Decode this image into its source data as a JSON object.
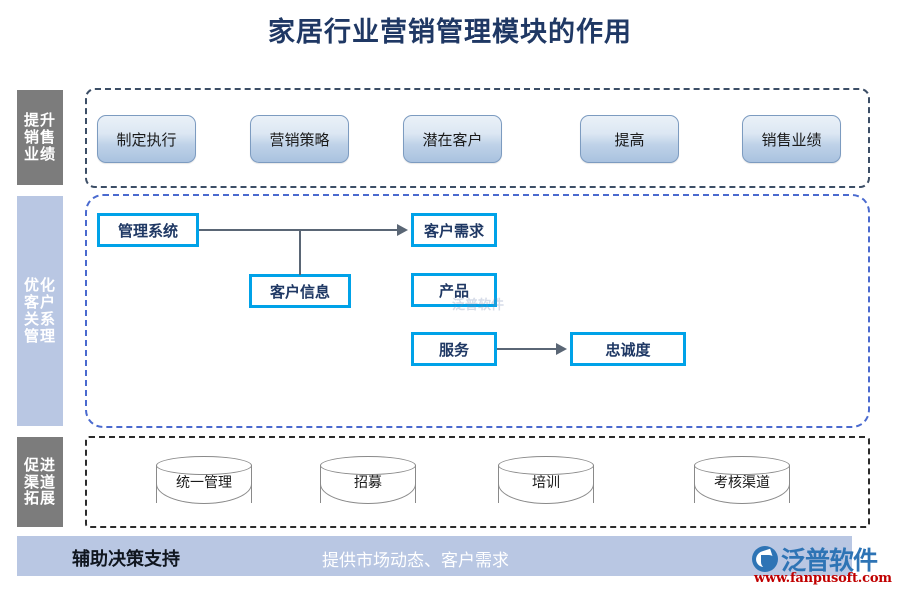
{
  "title": "家居行业营销管理模块的作用",
  "colors": {
    "title_navy": "#1F3864",
    "label_gray": "#7C7C7C",
    "label_blue": "#B9C7E3",
    "box_cyan": "#00A2E8",
    "connector_gray": "#5A6675",
    "footer_bar": "#B9C7E3",
    "brand_blue": "#2E74B5",
    "brand_url_red": "#C00000"
  },
  "sections": [
    {
      "id": "sales",
      "label_lines": [
        "提升",
        "销售",
        "业绩"
      ],
      "items": [
        {
          "label": "制定执行"
        },
        {
          "label": "营销策略"
        },
        {
          "label": "潜在客户"
        },
        {
          "label": "提高"
        },
        {
          "label": "销售业绩"
        }
      ]
    },
    {
      "id": "crm",
      "label_lines": [
        "优化",
        "客户",
        "关系",
        "管理"
      ],
      "items": [
        {
          "label": "管理系统"
        },
        {
          "label": "客户信息"
        },
        {
          "label": "客户需求"
        },
        {
          "label": "产品"
        },
        {
          "label": "服务"
        },
        {
          "label": "忠诚度"
        }
      ]
    },
    {
      "id": "channel",
      "label_lines": [
        "促进",
        "渠道",
        "拓展"
      ],
      "items": [
        {
          "label": "统一管理"
        },
        {
          "label": "招募"
        },
        {
          "label": "培训"
        },
        {
          "label": "考核渠道"
        }
      ]
    }
  ],
  "footer": {
    "title": "辅助决策支持",
    "description": "提供市场动态、客户需求"
  },
  "brand": {
    "name": "泛普软件",
    "url": "www.fanpusoft.com"
  },
  "watermark": "泛普软件"
}
